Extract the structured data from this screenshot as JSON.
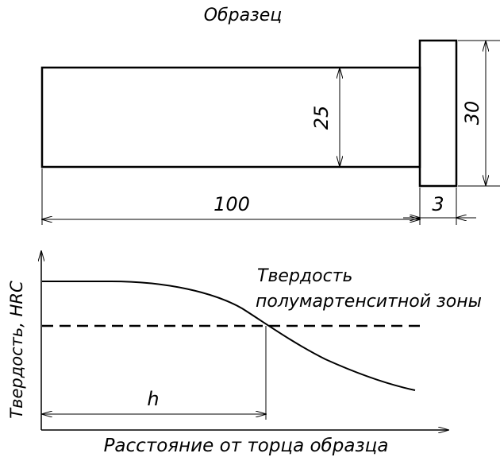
{
  "specimen": {
    "title": "Образец",
    "dim_length": "100",
    "dim_diameter": "25",
    "dim_head_diameter": "30",
    "dim_head_thickness": "3"
  },
  "graph": {
    "y_axis_label": "Твердость, HRC",
    "x_axis_label": "Расстояние от торца образца",
    "curve_label_line1": "Твердость",
    "curve_label_line2": "полумартенситной зоны",
    "depth_label": "h"
  }
}
